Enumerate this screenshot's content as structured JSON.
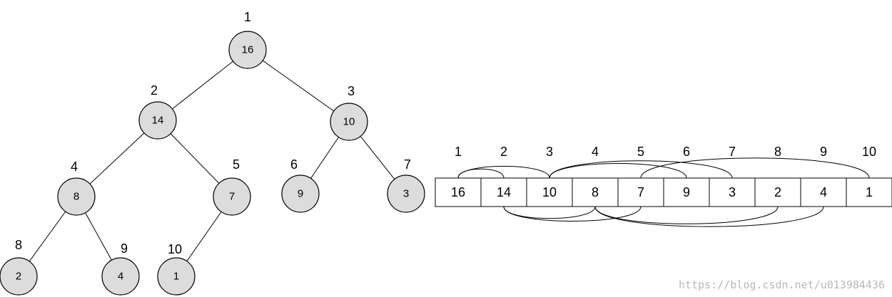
{
  "tree": {
    "nodes": [
      {
        "index": "1",
        "value": "16"
      },
      {
        "index": "2",
        "value": "14"
      },
      {
        "index": "3",
        "value": "10"
      },
      {
        "index": "4",
        "value": "8"
      },
      {
        "index": "5",
        "value": "7"
      },
      {
        "index": "6",
        "value": "9"
      },
      {
        "index": "7",
        "value": "3"
      },
      {
        "index": "8",
        "value": "2"
      },
      {
        "index": "9",
        "value": "4"
      },
      {
        "index": "10",
        "value": "1"
      }
    ],
    "edges": [
      [
        "1",
        "2"
      ],
      [
        "1",
        "3"
      ],
      [
        "2",
        "4"
      ],
      [
        "2",
        "5"
      ],
      [
        "3",
        "6"
      ],
      [
        "3",
        "7"
      ],
      [
        "4",
        "8"
      ],
      [
        "4",
        "9"
      ],
      [
        "5",
        "10"
      ]
    ]
  },
  "array": {
    "indices": [
      "1",
      "2",
      "3",
      "4",
      "5",
      "6",
      "7",
      "8",
      "9",
      "10"
    ],
    "values": [
      "16",
      "14",
      "10",
      "8",
      "7",
      "9",
      "3",
      "2",
      "4",
      "1"
    ]
  },
  "arcs_top": [
    [
      1,
      2
    ],
    [
      1,
      3
    ],
    [
      3,
      6
    ],
    [
      3,
      7
    ],
    [
      5,
      10
    ]
  ],
  "arcs_bottom": [
    [
      2,
      4
    ],
    [
      2,
      5
    ],
    [
      4,
      8
    ],
    [
      4,
      9
    ]
  ],
  "colors": {
    "node_fill": "#dcdcdc",
    "stroke": "#000000",
    "watermark": "#b8b8b8"
  },
  "watermark": "https://blog.csdn.net/u013984436"
}
